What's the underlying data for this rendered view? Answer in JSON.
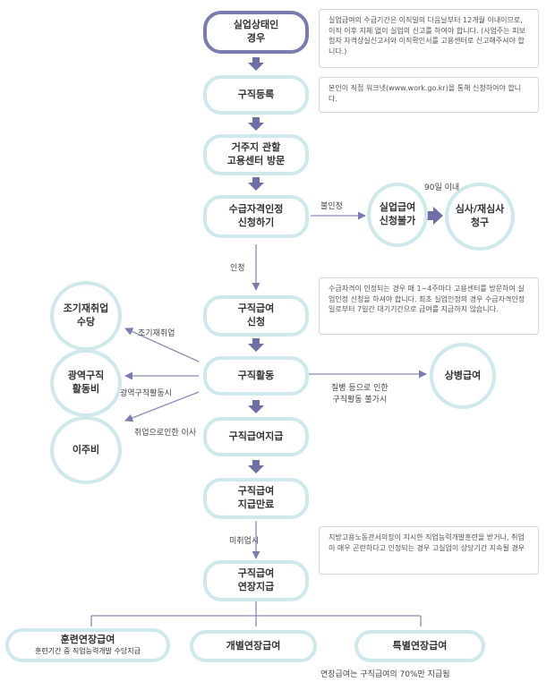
{
  "colors": {
    "node_border": "#cfe8ec",
    "first_border": "#7a7cb0",
    "arrow": "#6d6fa6",
    "line": "#8a8cb8"
  },
  "nodes": {
    "unemployed": "실업상태인\n경우",
    "job_register": "구직등록",
    "visit_center": "거주지 관할\n고용센터 방문",
    "apply_eligibility": "수급자격인정\n신청하기",
    "not_eligible": "실업급여\n신청불가",
    "review": "심사/재심사\n청구",
    "apply_benefit": "구직급여\n신청",
    "job_seeking": "구직활동",
    "payment": "구직급여지급",
    "payment_end": "구직급여\n지급만료",
    "extension": "구직급여\n연장지급",
    "sickness": "상병급여",
    "early_reemploy": "조기재취업\n수당",
    "wide_area": "광역구직\n활동비",
    "relocation": "이주비",
    "training_ext": "훈련연장급여",
    "training_ext_sub": "훈련기간 중 직업능력개발 수당지급",
    "individual_ext": "개별연장급여",
    "special_ext": "특별연장급여"
  },
  "notes": {
    "n1": "실업급여의 수급기간은 이직일의 다음날부터 12개월 이내이므로, 이직 이후 지체 없이 실업의 신고를 하여야 합니다. (사업주는 피보험자 자격상실신고서와 이직확인서를 고용센터로 신고해주셔야 합니다.)",
    "n2": "본인이 직접 워크넷(www.work.go.kr)을 통해 신청하여야 합니다.",
    "n3": "수급자격이 인정되는 경우 매 1~4주마다 고용센터를 방문하여 실업인정 신청을 하셔야 합니다. 최초 실업인정의 경우 수급자격인정일로부터 7일간 대기기간으로 급여를 지급하지 않습니다.",
    "n4": "지방고용노동관서의장이 지시한 직업능력개발훈련을 받거나, 취업이 매우 곤란하다고 인정되는 경우 고실업이 상당기간 지속될 경우"
  },
  "labels": {
    "not_recognized": "불인정",
    "within_90": "90일 이내",
    "recognized": "인정",
    "early_reemploy": "조기재취업",
    "wide_area": "광역구직활동시",
    "relocation": "취업으로인한 이사",
    "sickness": "질병 등으로 인한\n구직활동 불가시",
    "not_employed": "미취업시",
    "footnote": "연장급여는 구직급여의 70%만 지급됨"
  }
}
